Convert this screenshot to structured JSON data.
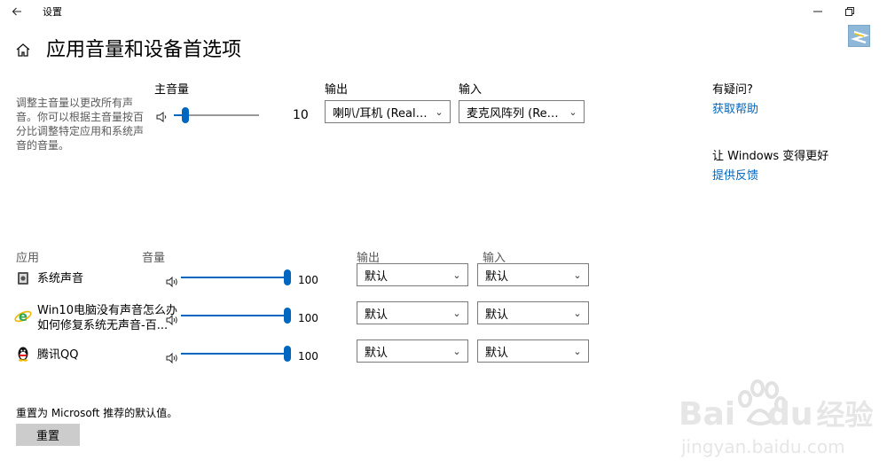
{
  "window": {
    "title": "设置"
  },
  "page": {
    "title": "应用音量和设备首选项"
  },
  "intro": {
    "lines": [
      "调整主音量以更改所有声",
      "音。你可以根据主音量按百",
      "分比调整特定应用和系统声",
      "音的音量。"
    ]
  },
  "master": {
    "label": "主音量",
    "value": "10",
    "level": 0.1,
    "output_label": "输出",
    "output_value": "喇叭/耳机 (Realtek...",
    "input_label": "输入",
    "input_value": "麦克风阵列 (Realte..."
  },
  "help": {
    "question": "有疑问?",
    "get_help": "获取帮助",
    "improve": "让 Windows 变得更好",
    "feedback": "提供反馈"
  },
  "apps": {
    "col_app": "应用",
    "col_volume": "音量",
    "col_output": "输出",
    "col_input": "输入",
    "items": [
      {
        "name": "系统声音",
        "volume": "100",
        "level": 1.0,
        "output": "默认",
        "input": "默认",
        "icon": "system-sounds-icon"
      },
      {
        "name_line1": "Win10电脑没有声音怎么办",
        "name_line2": "如何修复系统无声音-百...",
        "volume": "100",
        "level": 1.0,
        "output": "默认",
        "input": "默认",
        "icon": "ie-browser-icon"
      },
      {
        "name": "腾讯QQ",
        "volume": "100",
        "level": 1.0,
        "output": "默认",
        "input": "默认",
        "icon": "qq-penguin-icon"
      }
    ]
  },
  "reset": {
    "description": "重置为 Microsoft 推荐的默认值。",
    "button": "重置"
  },
  "watermark": {
    "brand_prefix": "Bai",
    "brand_suffix": "du",
    "brand_cn": "经验",
    "url": "jingyan.baidu.com"
  },
  "colors": {
    "accent": "#0067c0",
    "link": "#0067c0"
  }
}
